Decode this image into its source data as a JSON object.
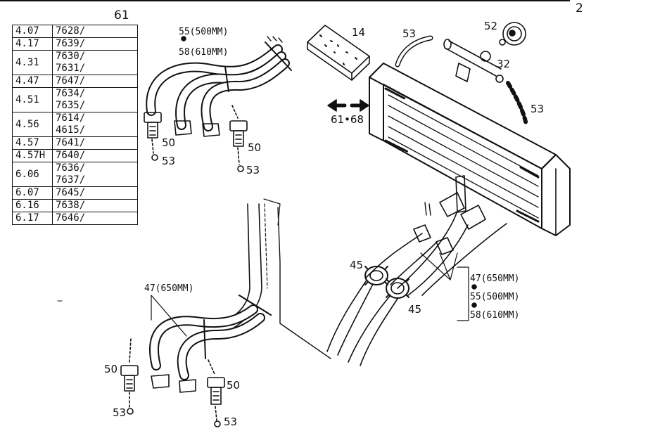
{
  "page_number": "2",
  "table": {
    "title": "61",
    "rows": [
      {
        "model": "4.07",
        "codes": [
          "7628/"
        ]
      },
      {
        "model": "4.17",
        "codes": [
          "7639/"
        ]
      },
      {
        "model": "4.31",
        "codes": [
          "7630/",
          "7631/"
        ]
      },
      {
        "model": "4.47",
        "codes": [
          "7647/"
        ]
      },
      {
        "model": "4.51",
        "codes": [
          "7634/",
          "7635/"
        ]
      },
      {
        "model": "4.56",
        "codes": [
          "7614/",
          "4615/"
        ]
      },
      {
        "model": "4.57",
        "codes": [
          "7641/"
        ]
      },
      {
        "model": "4.57H",
        "codes": [
          "7640/"
        ]
      },
      {
        "model": "6.06",
        "codes": [
          "7636/",
          "7637/"
        ]
      },
      {
        "model": "6.07",
        "codes": [
          "7645/"
        ]
      },
      {
        "model": "6.16",
        "codes": [
          "7638/"
        ]
      },
      {
        "model": "6.17",
        "codes": [
          "7646/"
        ]
      }
    ]
  },
  "callouts": {
    "hose_55": "55(500MM)",
    "hose_58": "58(610MM)",
    "part_14": "14",
    "part_53_top": "53",
    "part_52": "52",
    "part_32": "32",
    "part_53_right": "53",
    "ref_61_68": "61•68",
    "part_50_a": "50",
    "part_53_a": "53",
    "part_50_b": "50",
    "part_53_b": "53",
    "part_45_left": "45",
    "part_45_right": "45",
    "hose_47_right": "47(650MM)",
    "hose_55_right": "55(500MM)",
    "hose_58_right": "58(610MM)",
    "hose_47_left": "47(650MM)",
    "part_50_c": "50",
    "part_53_c": "53",
    "part_50_d": "50",
    "part_53_d": "53"
  }
}
